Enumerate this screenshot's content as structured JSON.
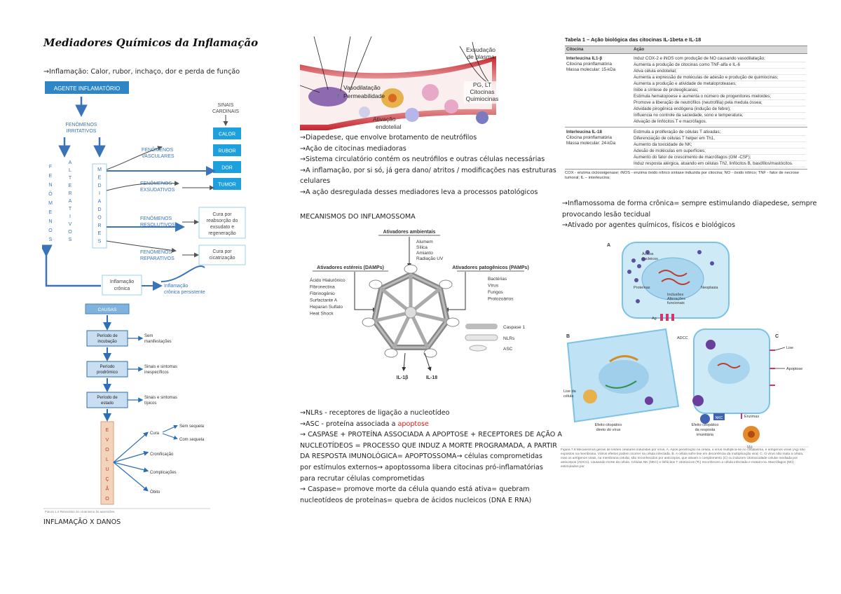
{
  "title": "Mediadores Químicos da Inflamação",
  "col1": {
    "intro": "→Inflamação: Calor, rubor, inchaço, dor e perda de função",
    "footer": "INFLAMAÇÃO X DANOS",
    "fig1": {
      "agente": "AGENTE INFLAMATÓRIO",
      "fenomenos_irritativos": [
        "FENÔMENOS",
        "IRRITATIVOS"
      ],
      "fenomenos_alterativos_letters": [
        "F",
        "E",
        "N",
        "Ô",
        "M",
        "E",
        "N",
        "O",
        "S"
      ],
      "alterativos_letters": [
        "A",
        "L",
        "T",
        "E",
        "R",
        "A",
        "T",
        "I",
        "V",
        "O",
        "S"
      ],
      "mediadores_letters": [
        "M",
        "E",
        "D",
        "I",
        "A",
        "D",
        "O",
        "R",
        "E",
        "S"
      ],
      "sinais": [
        "SINAIS",
        "CARDINAIS"
      ],
      "sinais_items": [
        "CALOR",
        "RUBOR",
        "DOR",
        "TUMOR"
      ],
      "vasculares": [
        "FENÔMENOS",
        "VASCULARES"
      ],
      "exsudativos": [
        "FENÔMENOS",
        "EXSUDATIVOS"
      ],
      "resolutivos": [
        "FENÔMENOS",
        "RESOLUTIVOS"
      ],
      "reparativos": [
        "FENÔMENOS",
        "REPARATIVOS"
      ],
      "cura_reabs": [
        "Cura por",
        "reabsorção do",
        "exsudato e",
        "regeneração"
      ],
      "cura_cicat": [
        "Cura por",
        "cicatrização"
      ],
      "inflamacao_cronica": [
        "Inflamação",
        "crônica"
      ],
      "inflamacao_persistente": [
        "Inflamação",
        "crônica persistente"
      ]
    },
    "fig2": {
      "causas": "CAUSAS",
      "incubacao": [
        "Período de",
        "incubação"
      ],
      "prodromico": [
        "Período",
        "prodrômico"
      ],
      "estado": [
        "Período de",
        "estado"
      ],
      "sem_manifestacoes": [
        "Sem",
        "manifestações"
      ],
      "inespecificos": [
        "Sinais e sintomas",
        "inespecíficos"
      ],
      "tipicos": [
        "Sinais e sintomas",
        "típicos"
      ],
      "evolucao_letters": [
        "E",
        "V",
        "O",
        "L",
        "U",
        "Ç",
        "Ã",
        "O"
      ],
      "cura": "Cura",
      "sem_sequela": "Sem sequela",
      "com_sequela": "Com sequela",
      "cronificacao": "Cronificação",
      "complicacoes": "Complicações",
      "obito": "Óbito",
      "caption": "Figura 1.2 Respostas do organismo às agressões."
    }
  },
  "col2": {
    "fig_vessel": {
      "exsudacao": [
        "Exsudação",
        "de plasma"
      ],
      "pg": [
        "PG, LT",
        "Citocinas",
        "Quimiocinas"
      ],
      "vasodilatacao": "Vasodilatação",
      "permeabilidade": "Permeabilidade",
      "ativacao": [
        "Ativação",
        "endotelial"
      ]
    },
    "lines_top": [
      "→Diapedese, que envolve brotamento de neutrófilos",
      "→Ação de citocinas mediadoras",
      "→Sistema circulatório contém os neutrófilos e outras células necessárias",
      "→A inflamação, por si só, já gera dano/ atritos / modificações nas estruturas",
      "celulares",
      "→A ação desregulada desses mediadores leva a processos patológicos"
    ],
    "heading": "MECANISMOS DO INFLAMOSSOMA",
    "fig_inflam": {
      "ambientais_title": "Ativadores ambientais",
      "ambientais": [
        "Alumem",
        "Sílica",
        "Amianto",
        "Radiação UV"
      ],
      "estereis_title": "Ativadores estéreis (DAMPs)",
      "estereis": [
        "Ácido Hialurônico",
        "Fibronectina",
        "Fibrinogênio",
        "Surfactante A",
        "Heparan Sulfato",
        "Heat Shock"
      ],
      "patogenicos_title": "Ativadores patogênicos (PAMPs)",
      "patogenicos": [
        "Bactérias",
        "Vírus",
        "Fungos",
        "Protozoários"
      ],
      "legend": [
        "Caspase 1",
        "NLRs",
        "ASC"
      ],
      "out1": "IL-1β",
      "out2": "IL-18"
    },
    "lines_bottom_1": "→NLRs - receptores de ligação a nucleotídeo",
    "lines_bottom_2a": "→ASC - proteína associada a ",
    "lines_bottom_2b": "apoptose",
    "lines_bottom_rest": [
      "→ CASPASE + PROTEÍNA ASSOCIADA A APOPTOSE + RECEPTORES DE AÇÃO A",
      "NUCLEOTÍDEOS = PROCESSO QUE INDUZ A MORTE PROGRAMADA, A PARTIR",
      "DA RESPOSTA IMUNOLÓGICA= APOPTOSSOMA→ células comprometidas",
      "por estímulos externos→ apoptossoma libera citocinas pró-inflamatórias",
      "para recrutar células comprometidas",
      "→ Caspase= promove morte da célula quando está ativa= quebram",
      "nucleotídeos de proteínas= quebra de ácidos nucleicos (DNA E RNA)"
    ]
  },
  "col3": {
    "table": {
      "title": "Tabela 1 – Ação biológica das citocinas IL-1beta e IL-18",
      "head_c1": "Citocina",
      "head_c2": "Ação",
      "b1_c1": [
        "Interleucina IL1-β",
        "Citocina proinflamatória",
        "Massa molecular: 15-kDa"
      ],
      "b1_c2": [
        "Induz COX-2 e iNOS com produção de NO causando vasodilatação;",
        "Aumenta a produção de citocinas como TNF-alfa e IL-6",
        "Ativa célula endotelial;",
        "Aumenta a expressão de moléculas de adesão e produção de quimiocinas;",
        "Aumenta a produção e atividade de metaloproteases;",
        "Inibe a síntese de proteoglicanas;",
        "Estimula hematopoese e aumenta o número de progenitores mieloides;",
        "Promove a liberação de neutrófilos (neutrofilia) pela medula óssea;",
        "Atividade pirogênica endógena (indução de febre);",
        "Influencia no controle da saciedade, sono e temperatura;",
        "Ativação de linfócitos T e macrófagos."
      ],
      "b2_c1": [
        "Interleucina IL-18",
        "Citocina proinflamatória",
        "Massa molecular: 24-kDa"
      ],
      "b2_c2": [
        "Estimula a proliferação de células T ativadas;",
        "Diferenciação de células T helper em Th1,",
        "Aumento da toxicidade de NK;",
        "Adesão de moléculas em superfícies;",
        "Aumento do fator de crescimento de macrófagos (GM -CSF);",
        "Induz resposta alérgica, atuando em células Th2, linfócitos B, basófilos/mastócitos."
      ],
      "foot": "COX - enzima ciclooxigenase; iNOS - enzima óxido nítrico sintase induzida por citocina; NO - óxido nítrico; TNF - fator de necrose tumoral; IL – interleucina;"
    },
    "lines": [
      "→Inflamossoma de forma crônica= sempre estimulando diapedese, sempre",
      "provocando lesão tecidual",
      "→Ativado por agentes químicos, físicos e biológicos"
    ],
    "fig_cell": {
      "label_a": "A",
      "label_b": "B",
      "label_c": "C",
      "acidos": [
        "Ácidos",
        "nucleicos"
      ],
      "proteinas": "Proteínas",
      "neoplasia": "Neoplasia",
      "inclusoes": [
        "Inclusões",
        "Alterações",
        "funcionais"
      ],
      "ag": "Ag",
      "adcc": "ADCC",
      "lise": "Lise",
      "apoptose": "Apoptose",
      "lise_celula": [
        "Lise da",
        "célula"
      ],
      "efeito_direto": [
        "Efeito citopático",
        "direto do vírus"
      ],
      "efeito_imune": [
        "Efeito citopático",
        "da resposta",
        "imunitária"
      ],
      "nkc": "NKC",
      "enzimas": "Enzimas",
      "mo": "Mó",
      "caption": "Figura 7.8 Mecanismos gerais de lesões celulares induzidas por vírus. A. Após penetração na célula, o vírus multiplica-se no citoplasma, e antígenos virais (Ag) são expostos na membrana. Vários efeitos podem ocorrer na célula infectada. B. A célula sofre lise em decorrência da multiplicação viral. C. O vírus não mata a célula, mas os antígenos virais, na membrana celular, são reconhecidos por anticorpos, que ativam o complemento (C) ou induzem citotoxicidade celular mediada por anticorpos (ADCC), causando morte da célula. Células NK (NKC) e linfócitos T citotóxicos (Tc) reconhecem a célula infectada e matam-na. Macrófagos (Mó) estimulados por"
    }
  }
}
